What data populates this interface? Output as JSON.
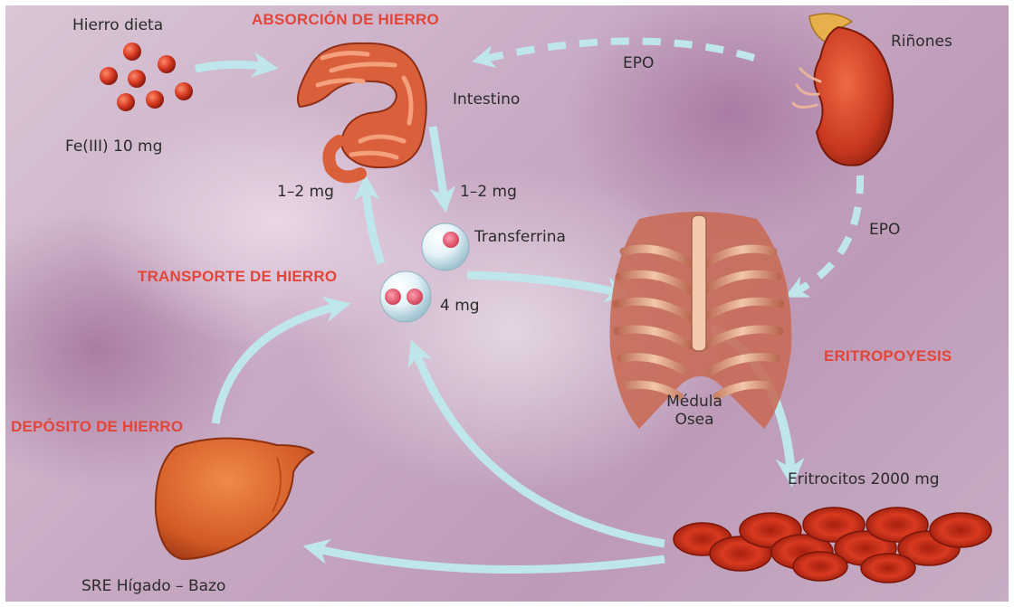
{
  "labels": {
    "diet_iron": "Hierro dieta",
    "diet_amount": "Fe(III) 10 mg",
    "iron_absorption": "ABSORCIÓN DE HIERRO",
    "intestine": "Intestino",
    "epo_top": "EPO",
    "kidneys": "Riñones",
    "epo_right": "EPO",
    "absorption_up": "1–2 mg",
    "absorption_down": "1–2 mg",
    "transferrin": "Transferrina",
    "iron_transport": "TRANSPORTE DE HIERRO",
    "transport_amount": "4 mg",
    "erythropoiesis": "ERITROPOYESIS",
    "bone_marrow_line1": "Médula",
    "bone_marrow_line2": "Osea",
    "iron_deposit": "DEPÓSITO DE HIERRO",
    "erythrocytes": "Eritrocitos 2000 mg",
    "sre_liver_spleen": "SRE Hígado – Bazo"
  },
  "colors": {
    "accent_red_text": "#e2453a",
    "arrow": "#bfe6ea",
    "organ_red": "#c8402a",
    "background": "#c8aac4"
  },
  "icons": [
    "iron-particles-icon",
    "intestine-icon",
    "kidney-icon",
    "transferrin-sphere-icon",
    "ribcage-bone-marrow-icon",
    "liver-icon",
    "erythrocytes-icon"
  ]
}
